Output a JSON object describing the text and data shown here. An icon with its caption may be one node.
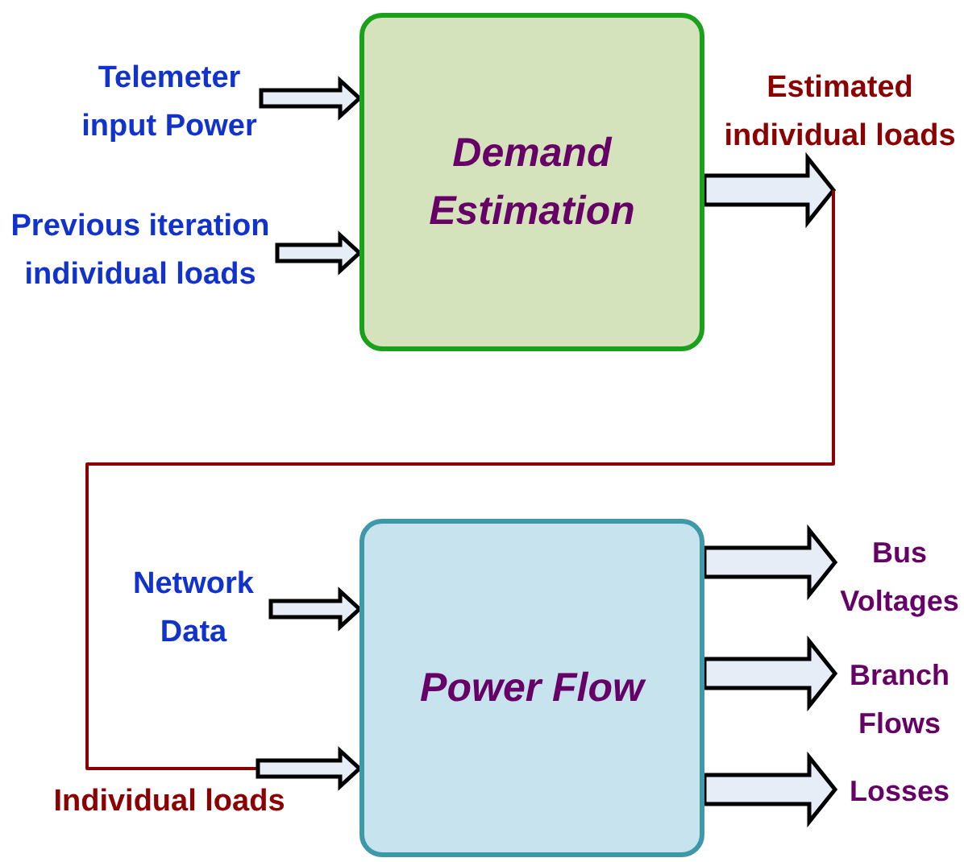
{
  "diagram": {
    "nodes": [
      {
        "text": [
          "Demand Estimation"
        ]
      },
      {
        "text": [
          "Power Flow"
        ]
      },
      {
        "text": [
          "Telemeter input Power"
        ]
      },
      {
        "text": [
          "Previous iteration individual loads"
        ]
      },
      {
        "text": [
          "Estimated individual loads"
        ]
      },
      {
        "text": [
          "Network Data"
        ]
      },
      {
        "text": [
          "Individual loads"
        ]
      },
      {
        "text": [
          "Bus Voltages"
        ]
      },
      {
        "text": [
          "Branch Flows"
        ]
      },
      {
        "text": [
          "Losses"
        ]
      }
    ],
    "edges": [
      {
        "from": 2,
        "to": 0,
        "arrow": "to"
      },
      {
        "from": 3,
        "to": 0,
        "arrow": "to"
      },
      {
        "from": 0,
        "to": 4,
        "arrow": "to"
      },
      {
        "from": 4,
        "to": 6,
        "arrow": "none",
        "color": "#8b0000"
      },
      {
        "from": 5,
        "to": 1,
        "arrow": "to"
      },
      {
        "from": 6,
        "to": 1,
        "arrow": "to"
      },
      {
        "from": 1,
        "to": 7,
        "arrow": "to"
      },
      {
        "from": 1,
        "to": 8,
        "arrow": "to"
      },
      {
        "from": 1,
        "to": 9,
        "arrow": "to"
      }
    ]
  }
}
